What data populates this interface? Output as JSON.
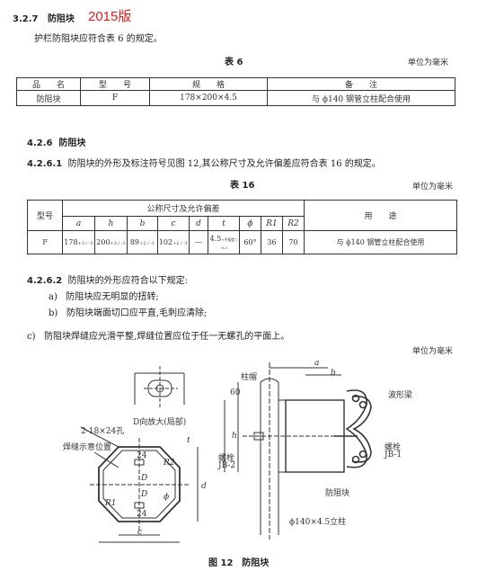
{
  "section_327": {
    "number": "3.2.7",
    "title": "防阻块",
    "version": "2015版"
  },
  "intro": "护栏防阻块应符合表 6 的规定。",
  "table6": {
    "caption": "表 6",
    "unit": "单位为毫米",
    "headers": [
      "品　　名",
      "型　　号",
      "规　　格",
      "备　　注"
    ],
    "row": [
      "防阻块",
      "F",
      "178×200×4.5",
      "与 ϕ140 钢管立柱配合使用"
    ]
  },
  "section_426": {
    "number": "4.2.6",
    "title": "防阻块"
  },
  "para_4261": {
    "number": "4.2.6.1",
    "text": "防阻块的外形及标注符号见图 12,其公称尺寸及允许偏差应符合表 16 的规定。"
  },
  "table16": {
    "caption": "表 16",
    "unit": "单位为毫米",
    "model_header": "型号",
    "group_header": "公称尺寸及允许偏差",
    "use_header": "用　　途",
    "cols": [
      "a",
      "h",
      "b",
      "c",
      "d",
      "t",
      "ϕ",
      "R1",
      "R2"
    ],
    "row": {
      "model": "F",
      "a": "178",
      "a_tol": "+3 / -1",
      "h": "200",
      "h_tol": "+3 / -1",
      "b": "89",
      "b_tol": "+2 / -1",
      "c": "102",
      "c_tol": "+2 / -1",
      "d": "—",
      "t": "4.5",
      "t_tol": "+不规定 / -0.3",
      "phi": "60°",
      "R1": "36",
      "R2": "70",
      "use": "与 ϕ140 钢管立柱配合使用"
    }
  },
  "para_4262": {
    "number": "4.2.6.2",
    "text": "防阻块的外形应符合以下规定:"
  },
  "list": [
    {
      "marker": "a)",
      "text": "防阻块应无明显的扭转;"
    },
    {
      "marker": "b)",
      "text": "防阻块端面切口应平直,毛刺应清除;"
    },
    {
      "marker": "c)",
      "text": "防阻块焊缝应光滑平整,焊缝位置应位于任一无螺孔的平面上。"
    }
  ],
  "figure": {
    "unit": "单位为毫米",
    "caption": "图 12　防阻块",
    "labels": {
      "d_view": "D向放大(局部)",
      "holes": "2-18×24孔",
      "weld": "焊缝示意位置",
      "dim_24": "24",
      "dim_24b": "24",
      "D": "D",
      "D2": "D",
      "R1": "R1",
      "R2": "R2",
      "phi": "ϕ",
      "a": "a",
      "c": "c",
      "b": "b",
      "h": "h",
      "d": "d",
      "t": "t",
      "post_cap": "柱帽",
      "wave_beam": "波形梁",
      "bolt_left": "螺栓",
      "bolt_left_code": "JB-2",
      "bolt_right": "螺栓",
      "bolt_right_code": "JB-1",
      "block": "防阻块",
      "post": "ϕ140×4.5立柱",
      "dim_60": "60"
    }
  },
  "colors": {
    "stamp_red": "#e31b1b",
    "text": "#222222"
  }
}
